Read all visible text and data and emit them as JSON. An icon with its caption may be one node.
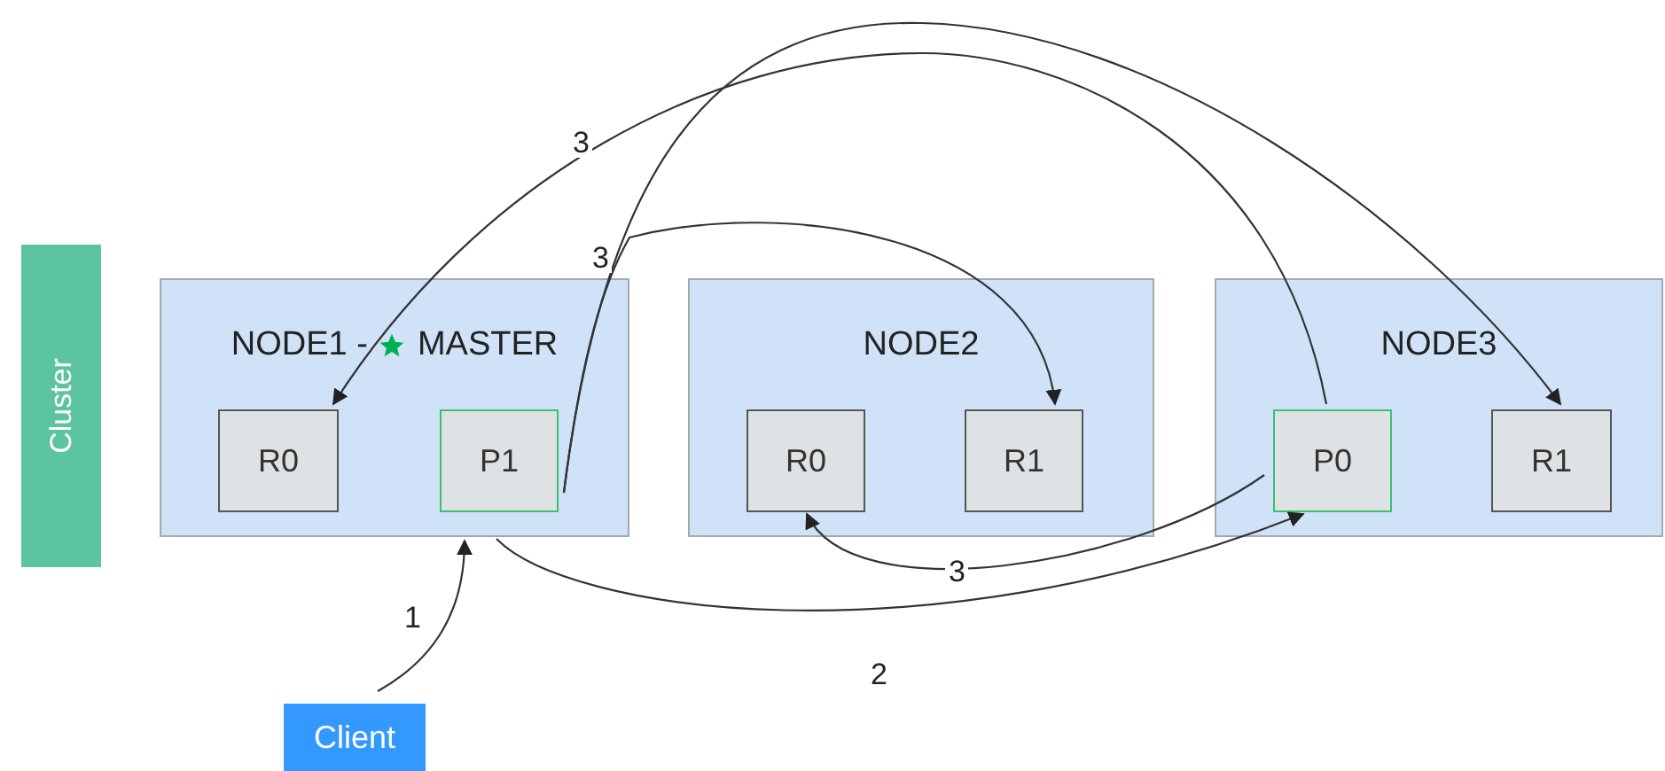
{
  "diagram": {
    "nodes": [
      {
        "text": [
          "Cluster"
        ]
      },
      {
        "text": [
          "NODE1 -",
          "MASTER"
        ]
      },
      {
        "text": [
          "R0"
        ],
        "in": 1
      },
      {
        "text": [
          "P1"
        ],
        "in": 1
      },
      {
        "text": [
          "NODE2"
        ]
      },
      {
        "text": [
          "R0"
        ],
        "in": 4
      },
      {
        "text": [
          "R1"
        ],
        "in": 4
      },
      {
        "text": [
          "NODE3"
        ]
      },
      {
        "text": [
          "P0"
        ],
        "in": 7
      },
      {
        "text": [
          "R1"
        ],
        "in": 7
      },
      {
        "text": [
          "Client"
        ]
      }
    ],
    "edges": [
      {
        "from": 10,
        "to": 1,
        "arrow": "to",
        "label": "1"
      },
      {
        "from": 1,
        "to": 8,
        "arrow": "to",
        "label": "2"
      },
      {
        "from": 3,
        "to": 6,
        "arrow": "to",
        "label": "3"
      },
      {
        "from": 3,
        "to": 9,
        "arrow": "to"
      },
      {
        "from": 8,
        "to": 2,
        "arrow": "to",
        "label": "3"
      },
      {
        "from": 8,
        "to": 5,
        "arrow": "to",
        "label": "3"
      }
    ]
  }
}
